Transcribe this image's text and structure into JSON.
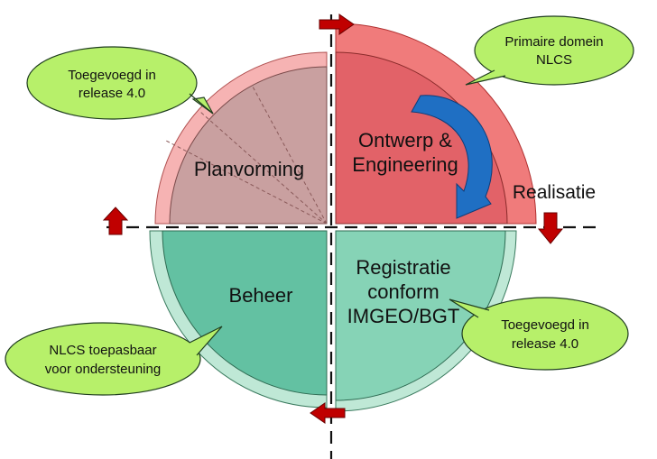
{
  "colors": {
    "planvorming_fill": "#c9a0a0",
    "planvorming_ring": "#f6b3b3",
    "ontwerp_fill": "#e26268",
    "ontwerp_ring": "#f07b7b",
    "beheer_fill": "#63c1a2",
    "registratie_fill": "#86d3b6",
    "lower_ring": "#bfe8d6",
    "bubble_fill": "#b7f06a",
    "arrow_red": "#c00000",
    "arrow_blue": "#1f6fc3"
  },
  "quadrants": {
    "planvorming": "Planvorming",
    "ontwerp_line1": "Ontwerp &",
    "ontwerp_line2": "Engineering",
    "realisatie": "Realisatie",
    "beheer": "Beheer",
    "registratie_line1": "Registratie",
    "registratie_line2": "conform",
    "registratie_line3": "IMGEO/BGT"
  },
  "callouts": {
    "top_left_line1": "Toegevoegd in",
    "top_left_line2": "release 4.0",
    "top_right_line1": "Primaire domein",
    "top_right_line2": "NLCS",
    "bottom_left_line1": "NLCS toepasbaar",
    "bottom_left_line2": "voor ondersteuning",
    "bottom_right_line1": "Toegevoegd in",
    "bottom_right_line2": "release 4.0"
  }
}
